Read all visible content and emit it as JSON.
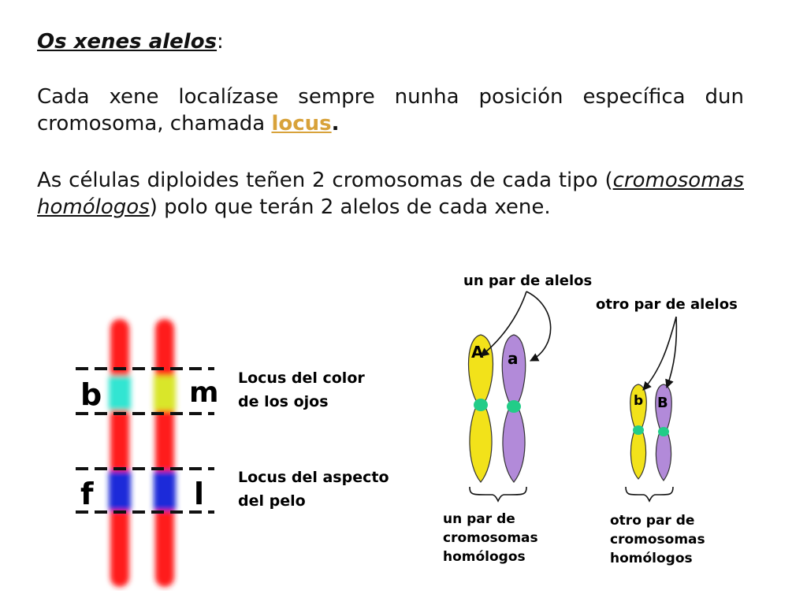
{
  "heading": {
    "title": "Os xenes alelos",
    "colon": ":"
  },
  "paragraph1": {
    "text": "Cada xene localízase sempre nunha posición  específica dun cromosoma,  chamada ",
    "locus": "locus",
    "end": "."
  },
  "paragraph2": {
    "before": "As células diploides teñen 2 cromosomas de cada tipo (",
    "homologos": "cromosomas homólogos",
    "after": ") polo que terán 2 alelos de cada xene."
  },
  "figure_left": {
    "allele_top_left": "b",
    "allele_top_right": "m",
    "allele_bottom_left": "f",
    "allele_bottom_right": "l",
    "label_top_1": "Locus del color",
    "label_top_2": "de los ojos",
    "label_bottom_1": "Locus del aspecto",
    "label_bottom_2": "del pelo",
    "colors": {
      "chromosome": "#ff1a1a",
      "eye_locus_left": "#33e5d2",
      "eye_locus_right": "#d9e62a",
      "hair_locus": "#1a2bd9"
    }
  },
  "figure_right": {
    "label_pair1": "un par de alelos",
    "label_pair2": "otro par de alelos",
    "allele_A": "A",
    "allele_a": "a",
    "allele_b": "b",
    "allele_B": "B",
    "caption1_l1": "un par de",
    "caption1_l2": "cromosomas",
    "caption1_l3": "homólogos",
    "caption2_l1": "otro par de",
    "caption2_l2": "cromosomas",
    "caption2_l3": "homólogos",
    "colors": {
      "yellow": "#f2e21a",
      "purple": "#b28ad9",
      "centromere": "#22cc88"
    }
  }
}
